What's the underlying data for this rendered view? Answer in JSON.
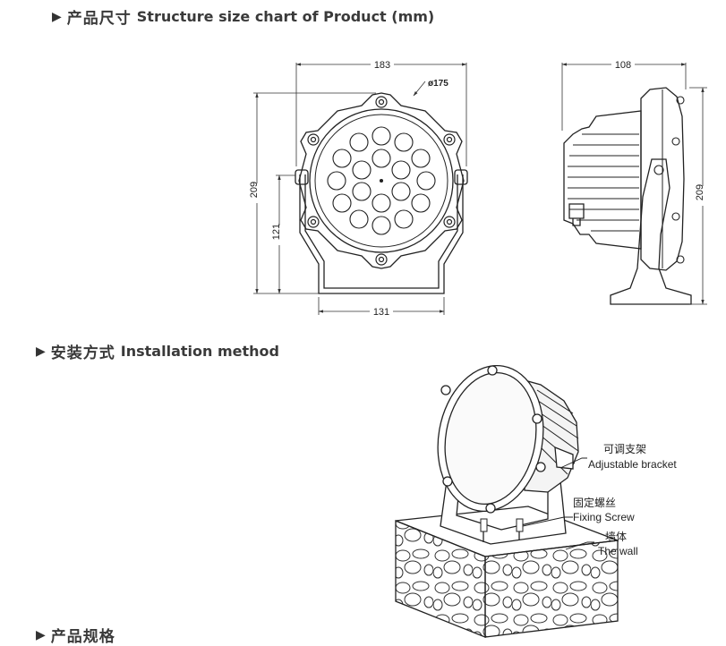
{
  "section1": {
    "zh": "产品尺寸",
    "en": "Structure size chart of Product (mm)"
  },
  "section2": {
    "zh": "安装方式",
    "en": "Installation method"
  },
  "section3": {
    "zh": "产品规格"
  },
  "front_view": {
    "width": "183",
    "diameter": "ø175",
    "height": "209",
    "bracket_height": "121",
    "bracket_width": "131"
  },
  "side_view": {
    "depth": "108",
    "height": "209"
  },
  "install_labels": {
    "bracket_zh": "可调支架",
    "bracket_en": "Adjustable bracket",
    "screw_zh": "固定螺丝",
    "screw_en": "Fixing Screw",
    "wall_zh": "墙体",
    "wall_en": "The wall"
  }
}
